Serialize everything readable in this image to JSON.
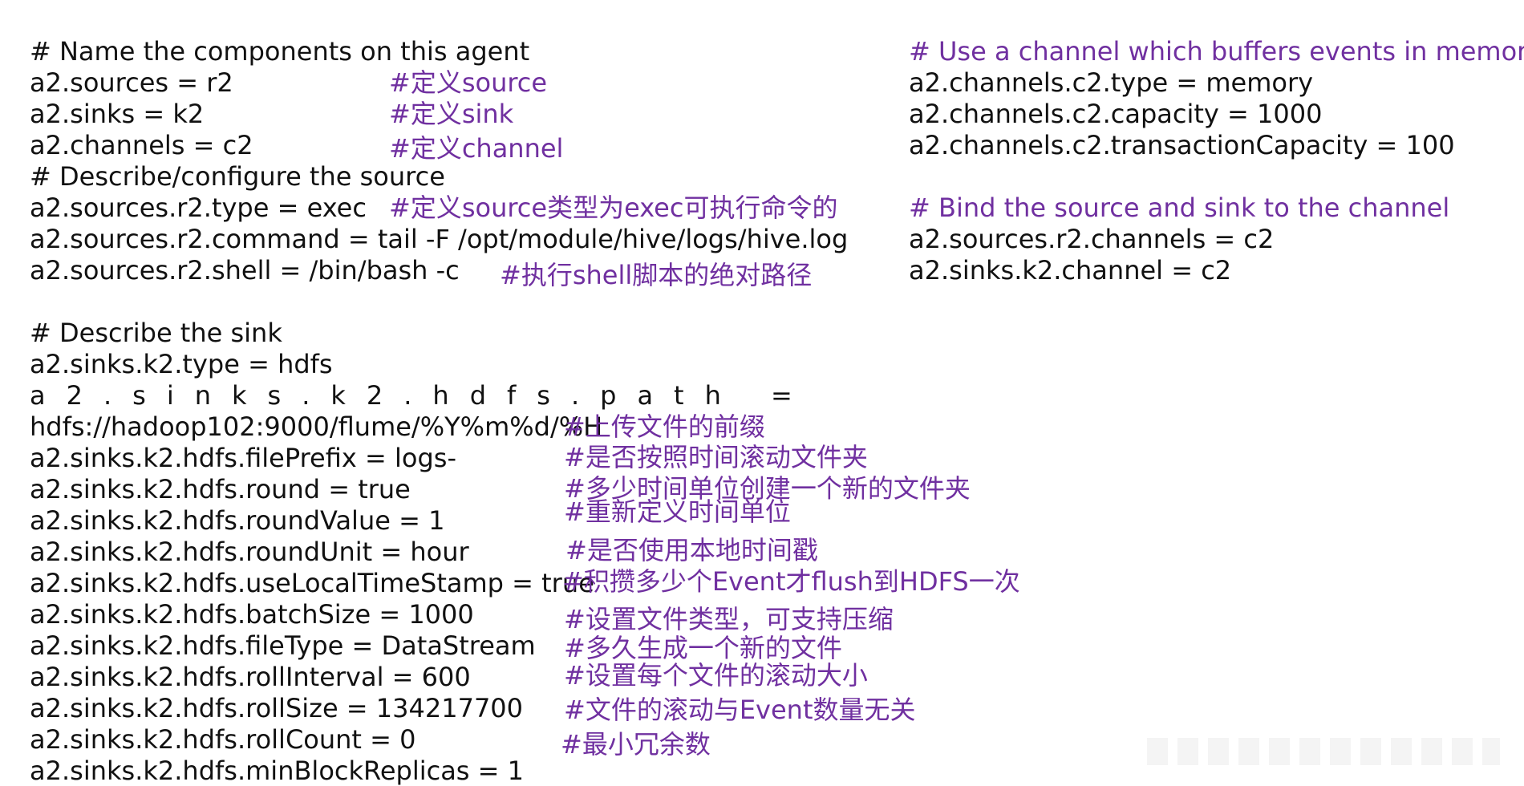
{
  "left": {
    "l1": "# Name the components on this agent",
    "l2": "a2.sources = r2",
    "l3": "a2.sinks = k2",
    "l4": "a2.channels = c2",
    "l5": "# Describe/configure the source",
    "l6": "a2.sources.r2.type = exec",
    "l7": "a2.sources.r2.command = tail -F /opt/module/hive/logs/hive.log",
    "l8": "a2.sources.r2.shell = /bin/bash -c",
    "l9": "# Describe the sink",
    "l10": "a2.sinks.k2.type = hdfs",
    "l11": "a2.sinks.k2.hdfs.path =",
    "l12": "hdfs://hadoop102:9000/flume/%Y%m%d/%H",
    "l13": "a2.sinks.k2.hdfs.filePrefix = logs-",
    "l14": "a2.sinks.k2.hdfs.round = true",
    "l15": "a2.sinks.k2.hdfs.roundValue = 1",
    "l16": "a2.sinks.k2.hdfs.roundUnit = hour",
    "l17": "a2.sinks.k2.hdfs.useLocalTimeStamp = true",
    "l18": "a2.sinks.k2.hdfs.batchSize = 1000",
    "l19": "a2.sinks.k2.hdfs.fileType = DataStream",
    "l20": "a2.sinks.k2.hdfs.rollInterval = 600",
    "l21": "a2.sinks.k2.hdfs.rollSize = 134217700",
    "l22": "a2.sinks.k2.hdfs.rollCount = 0",
    "l23": "a2.sinks.k2.hdfs.minBlockReplicas = 1"
  },
  "notes": {
    "n1": "#定义source",
    "n2": "#定义sink",
    "n3": "#定义channel",
    "n4": "#定义source类型为exec可执行命令的",
    "n5": "#执行shell脚本的绝对路径",
    "n6": "#上传文件的前缀",
    "n7": "#是否按照时间滚动文件夹",
    "n8": "#多少时间单位创建一个新的文件夹",
    "n9": "#重新定义时间单位",
    "n10": "#是否使用本地时间戳",
    "n11": "#积攒多少个Event才flush到HDFS一次",
    "n12": "#设置文件类型，可支持压缩",
    "n13": "#多久生成一个新的文件",
    "n14": "#设置每个文件的滚动大小",
    "n15": "#文件的滚动与Event数量无关",
    "n16": "#最小冗余数"
  },
  "right": {
    "r1": "# Use a channel which buffers events in memory",
    "r2": "a2.channels.c2.type = memory",
    "r3": "a2.channels.c2.capacity = 1000",
    "r4": "a2.channels.c2.transactionCapacity = 100",
    "r5": "# Bind the source and sink to the channel",
    "r6": "a2.sources.r2.channels = c2",
    "r7": "a2.sinks.k2.channel = c2"
  },
  "colors": {
    "code": "#111111",
    "comment": "#7030a0",
    "background": "#ffffff"
  }
}
